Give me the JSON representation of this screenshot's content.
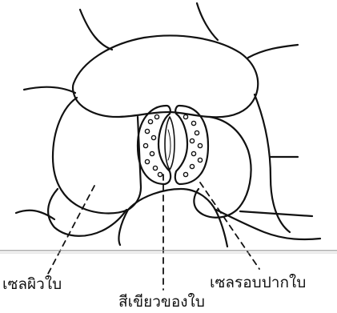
{
  "diagram": {
    "labels": {
      "epidermal_cell": "เซลผิวใบ",
      "chloroplast": "สีเขียวของใบ",
      "guard_cell": "เซลรอบปากใบ"
    },
    "colors": {
      "ink": "#111111",
      "background": "#ffffff",
      "baseline": "#9a9a9a"
    }
  }
}
